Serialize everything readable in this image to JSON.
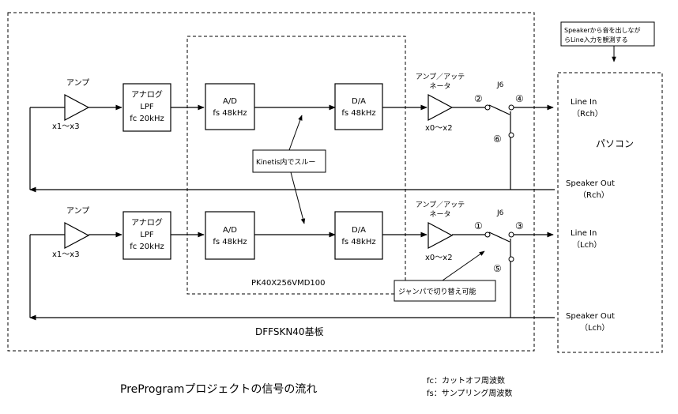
{
  "board_label": "DFFSKN40基板",
  "mcu_label": "PK40X256VMD100",
  "channels": [
    {
      "amp": {
        "label": "アンプ",
        "gain": "x1〜x3"
      },
      "lpf": {
        "line1": "アナログ",
        "line2": "LPF",
        "line3": "fc 20kHz"
      },
      "adc": {
        "line1": "A/D",
        "line2": "fs 48kHz"
      },
      "dac": {
        "line1": "D/A",
        "line2": "fs 48kHz"
      },
      "att": {
        "line1": "アンプ／アッテ",
        "line2": "ネータ",
        "gain": "x0〜x2"
      },
      "jumper": {
        "name": "J6",
        "pin_a": "②",
        "pin_b": "④",
        "pin_c": "⑥"
      },
      "line_in": {
        "line1": "Line In",
        "line2": "（Rch）"
      },
      "speaker_out": {
        "line1": "Speaker Out",
        "line2": "（Rch）"
      }
    },
    {
      "amp": {
        "label": "アンプ",
        "gain": "x1〜x3"
      },
      "lpf": {
        "line1": "アナログ",
        "line2": "LPF",
        "line3": "fc 20kHz"
      },
      "adc": {
        "line1": "A/D",
        "line2": "fs 48kHz"
      },
      "dac": {
        "line1": "D/A",
        "line2": "fs 48kHz"
      },
      "att": {
        "line1": "アンプ／アッテ",
        "line2": "ネータ",
        "gain": "x0〜x2"
      },
      "jumper": {
        "name": "J6",
        "pin_a": "①",
        "pin_b": "③",
        "pin_c": "⑤"
      },
      "line_in": {
        "line1": "Line In",
        "line2": "（Lch）"
      },
      "speaker_out": {
        "line1": "Speaker Out",
        "line2": "（Lch）"
      }
    }
  ],
  "pc_label": "パソコン",
  "callouts": {
    "kinetis": "Kinetis内でスルー",
    "jumper": "ジャンパで切り替え可能",
    "speaker_line1": "Speakerから音を出しなが",
    "speaker_line2": "らLine入力を観測する"
  },
  "title": "PreProgramプロジェクトの信号の流れ",
  "legend": {
    "fc": "fc：カットオフ周波数",
    "fs": "fs：サンプリング周波数"
  }
}
